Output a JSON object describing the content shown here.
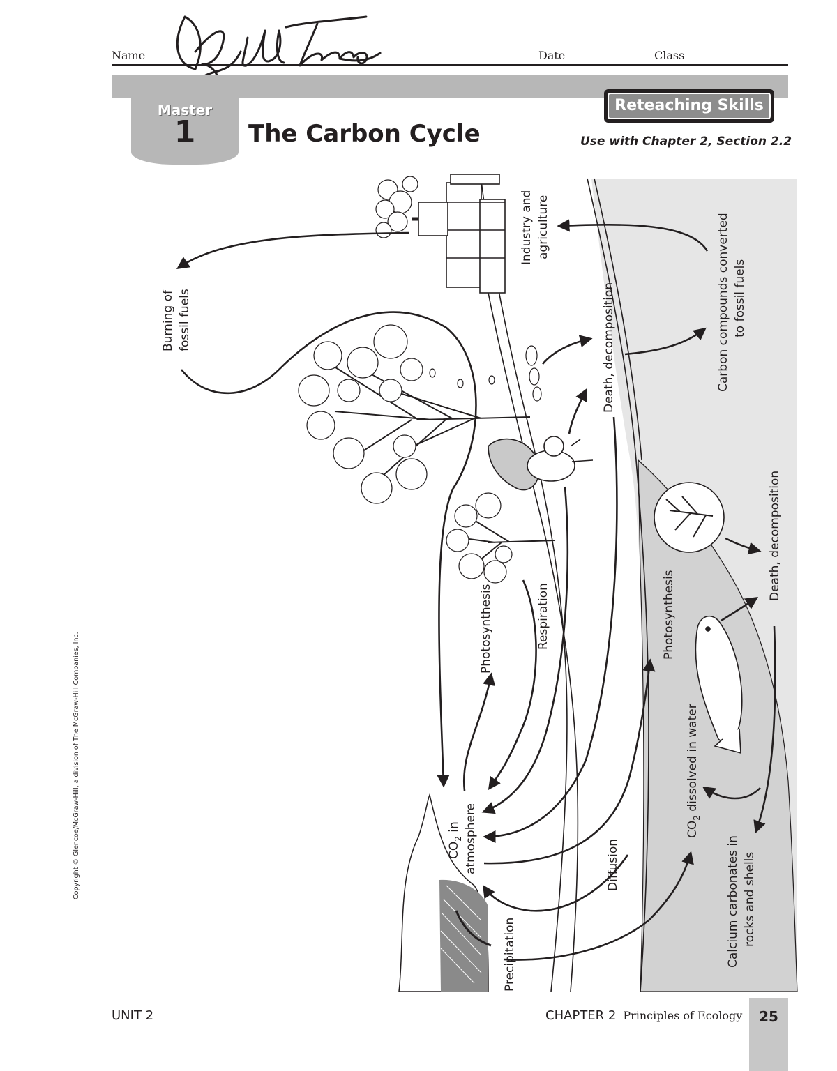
{
  "header": {
    "name_label": "Name",
    "date_label": "Date",
    "class_label": "Class"
  },
  "tab": {
    "label": "Master",
    "number": "1"
  },
  "title": "The Carbon Cycle",
  "badge": "Reteaching Skills",
  "use_with": "Use with Chapter 2, Section 2.2",
  "copyright": "Copyright © Glencoe/McGraw-Hill, a division of The McGraw-Hill Companies, Inc.",
  "diagram": {
    "labels": {
      "burning": [
        "Burning of",
        "fossil fuels"
      ],
      "industry": [
        "Industry and",
        "agriculture"
      ],
      "carbon_compounds": [
        "Carbon compounds converted",
        "to fossil fuels"
      ],
      "death_land": "Death, decomposition",
      "death_sea": "Death, decomposition",
      "photosynthesis_land": "Photosynthesis",
      "respiration": "Respiration",
      "photosynthesis_sea": "Photosynthesis",
      "co2_atmosphere": {
        "line1_a": "CO",
        "line1_sub": "2",
        "line1_b": " in",
        "line2": "atmosphere"
      },
      "diffusion": "Diffusion",
      "co2_water": {
        "a": "CO",
        "sub": "2",
        "b": " dissolved in water"
      },
      "calcium": [
        "Calcium carbonates in",
        "rocks and shells"
      ],
      "precipitation": "Precipitation"
    }
  },
  "footer": {
    "unit": "UNIT 2",
    "chapter": "CHAPTER 2",
    "chapter_subtitle": "Principles of Ecology",
    "page": "25"
  },
  "colors": {
    "banner": "#b7b7b7",
    "ocean": "#e6e6e6",
    "ink": "#231f20"
  }
}
